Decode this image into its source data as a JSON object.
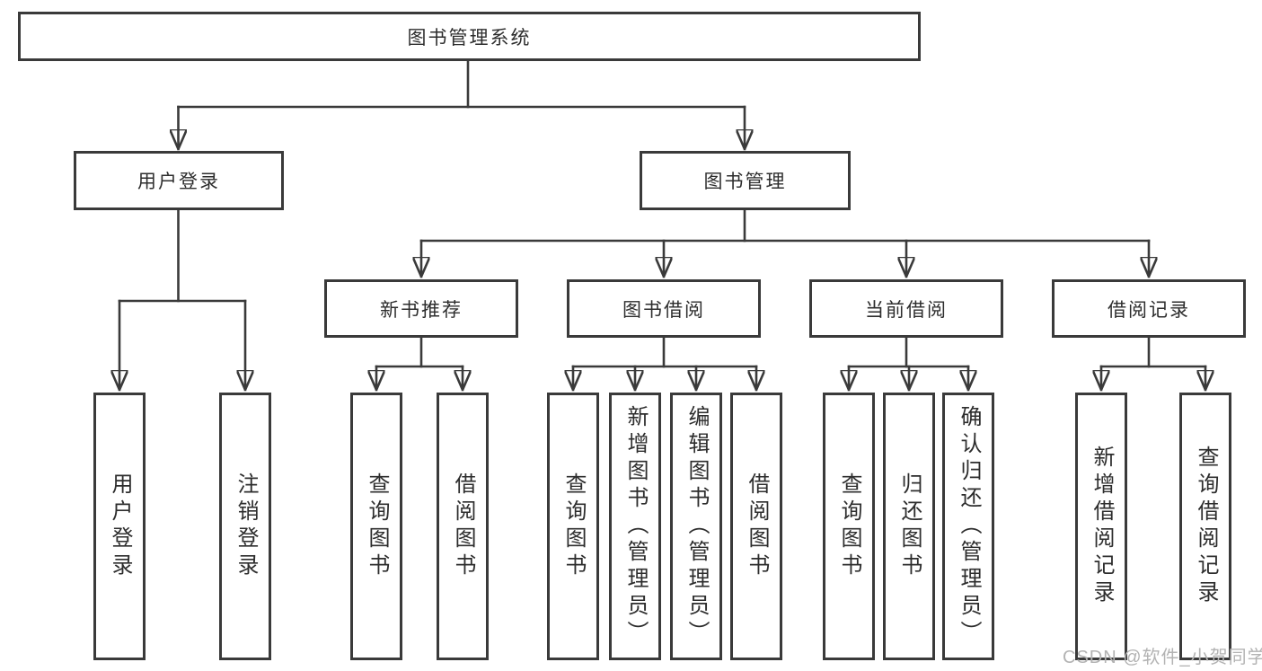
{
  "diagram": {
    "root": {
      "label": "图书管理系统"
    },
    "branches": [
      {
        "label": "用户登录",
        "leaves": [
          "用户登录",
          "注销登录"
        ]
      },
      {
        "label": "图书管理",
        "sections": [
          {
            "label": "新书推荐",
            "leaves": [
              "查询图书",
              "借阅图书"
            ]
          },
          {
            "label": "图书借阅",
            "leaves": [
              "查询图书",
              "新增图书（管理员）",
              "编辑图书（管理员）",
              "借阅图书"
            ]
          },
          {
            "label": "当前借阅",
            "leaves": [
              "查询图书",
              "归还图书",
              "确认归还（管理员）"
            ]
          },
          {
            "label": "借阅记录",
            "leaves": [
              "新增借阅记录",
              "查询借阅记录"
            ]
          }
        ]
      }
    ],
    "watermark": "CSDN @软件_小贺同学",
    "colors": {
      "line": "#3a3a3a",
      "box_border": "#3a3a3a",
      "text": "#2d2d2d",
      "box_background": "#ffffff",
      "page_background": "#ffffff",
      "watermark": "#b3b3b3"
    }
  }
}
